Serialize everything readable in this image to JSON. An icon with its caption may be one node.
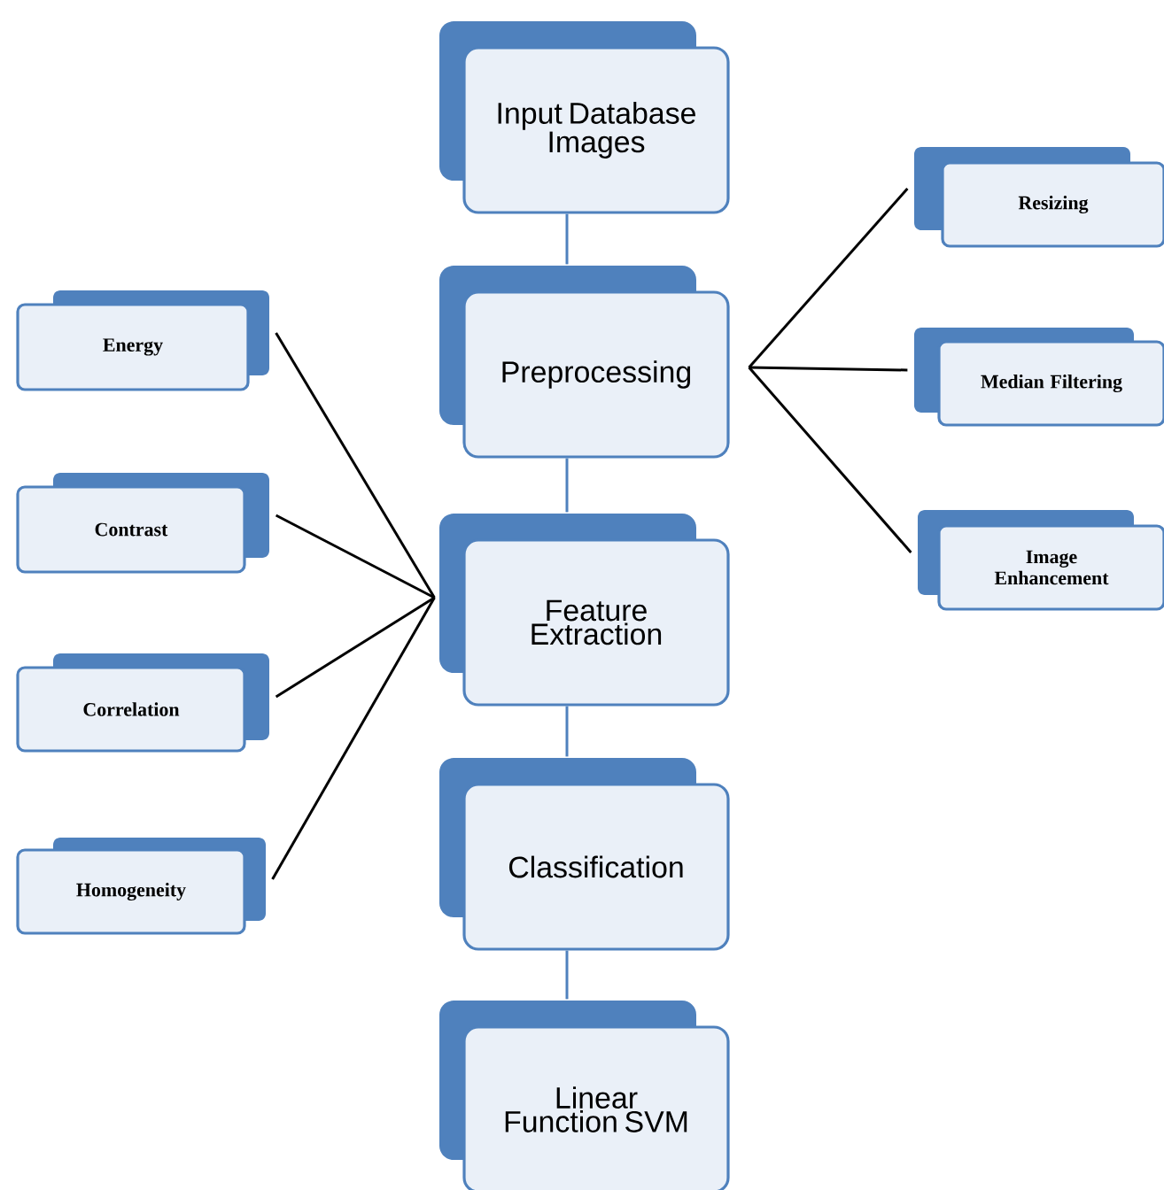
{
  "diagram": {
    "nodes": [
      {
        "text": [
          "Input Database Images"
        ]
      },
      {
        "text": [
          "Preprocessing"
        ]
      },
      {
        "text": [
          "Feature Extraction"
        ]
      },
      {
        "text": [
          "Classification"
        ]
      },
      {
        "text": [
          "Linear Function SVM"
        ]
      },
      {
        "text": [
          "Resizing"
        ]
      },
      {
        "text": [
          "Median Filtering"
        ]
      },
      {
        "text": [
          "Image Enhancement"
        ]
      },
      {
        "text": [
          "Energy"
        ]
      },
      {
        "text": [
          "Contrast"
        ]
      },
      {
        "text": [
          "Correlation"
        ]
      },
      {
        "text": [
          "Homogeneity"
        ]
      }
    ],
    "edges": [
      {
        "from": 0,
        "to": 1,
        "arrow": "none",
        "color": "#4f81bd"
      },
      {
        "from": 1,
        "to": 2,
        "arrow": "none",
        "color": "#4f81bd"
      },
      {
        "from": 2,
        "to": 3,
        "arrow": "none",
        "color": "#4f81bd"
      },
      {
        "from": 3,
        "to": 4,
        "arrow": "none",
        "color": "#4f81bd"
      },
      {
        "from": 1,
        "to": 5,
        "arrow": "none"
      },
      {
        "from": 1,
        "to": 6,
        "arrow": "none"
      },
      {
        "from": 1,
        "to": 7,
        "arrow": "none"
      },
      {
        "from": 8,
        "to": 2,
        "arrow": "none"
      },
      {
        "from": 9,
        "to": 2,
        "arrow": "none"
      },
      {
        "from": 10,
        "to": 2,
        "arrow": "none"
      },
      {
        "from": 11,
        "to": 2,
        "arrow": "none"
      }
    ]
  }
}
